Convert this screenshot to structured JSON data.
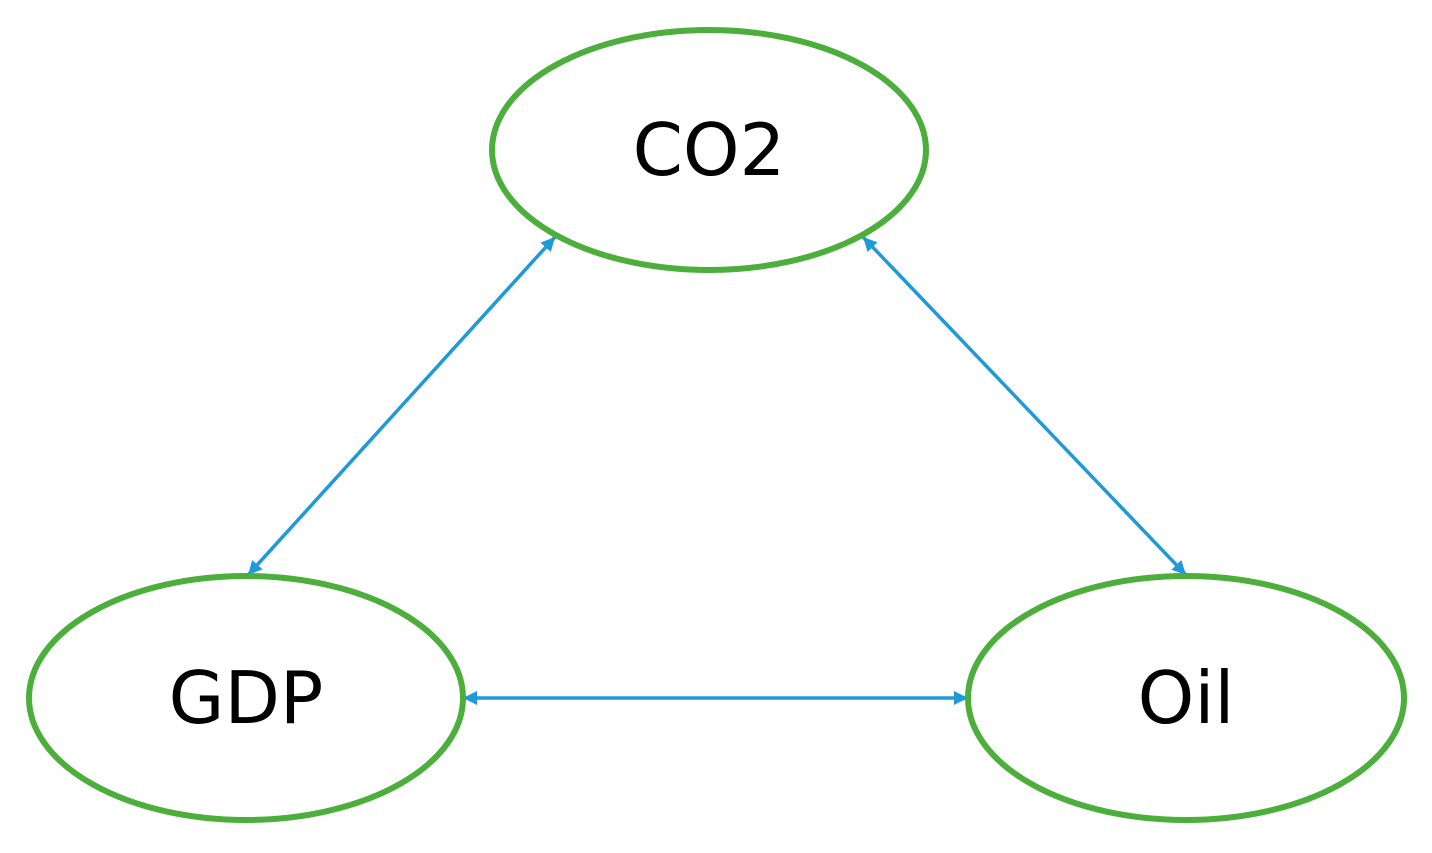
{
  "colors": {
    "node_stroke": "#4cae3b",
    "edge": "#1e9ad8",
    "text": "#000000"
  },
  "nodes": {
    "co2": {
      "label": "CO2"
    },
    "gdp": {
      "label": "GDP"
    },
    "oil": {
      "label": "Oil"
    }
  },
  "edges": [
    {
      "from": "co2",
      "to": "gdp",
      "direction": "both"
    },
    {
      "from": "co2",
      "to": "oil",
      "direction": "both"
    },
    {
      "from": "gdp",
      "to": "oil",
      "direction": "both"
    }
  ]
}
